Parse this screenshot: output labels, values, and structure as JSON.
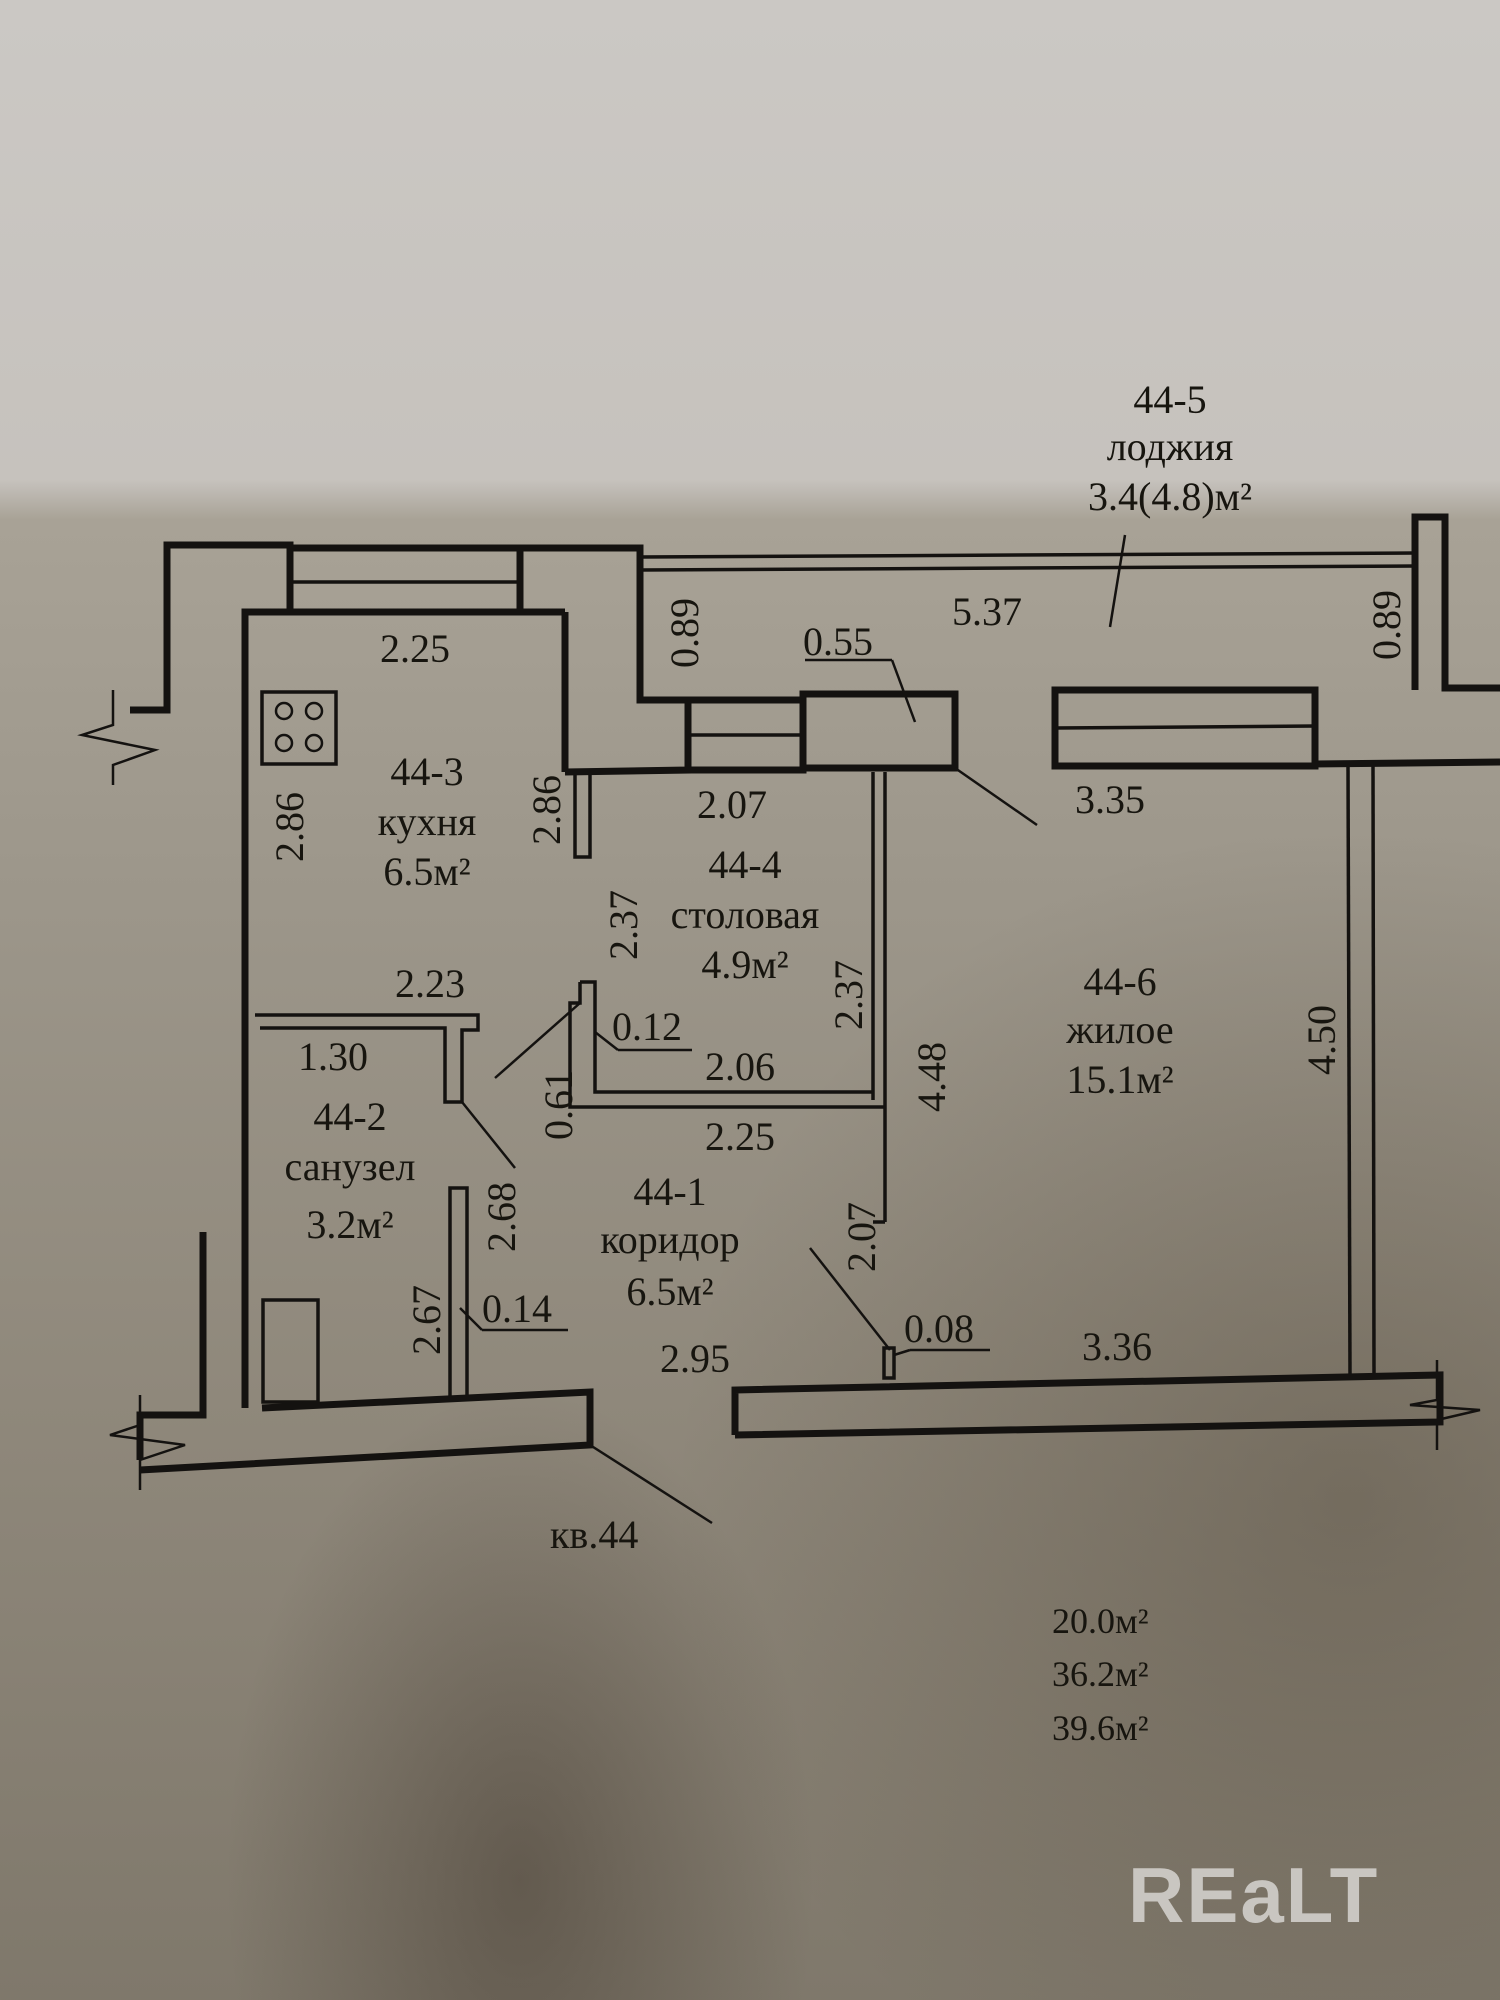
{
  "plan": {
    "apartment_label": "кв.44",
    "rooms": [
      {
        "id": "44-1",
        "name": "коридор",
        "area": "6.5м²"
      },
      {
        "id": "44-2",
        "name": "санузел",
        "area": "3.2м²"
      },
      {
        "id": "44-3",
        "name": "кухня",
        "area": "6.5м²"
      },
      {
        "id": "44-4",
        "name": "столовая",
        "area": "4.9м²"
      },
      {
        "id": "44-5",
        "name": "лоджия",
        "area": "3.4(4.8)м²"
      },
      {
        "id": "44-6",
        "name": "жилое",
        "area": "15.1м²"
      }
    ],
    "dimensions": {
      "kitchen_width": "2.25",
      "kitchen_left": "2.86",
      "kitchen_right": "2.86",
      "dining_top": "2.07",
      "dining_left": "2.37",
      "dining_right": "2.37",
      "dining_bottom": "2.06",
      "niche": "0.12",
      "bath_top": "2.23",
      "bath_width": "1.30",
      "bath_right": "2.68",
      "bath_lower": "2.67",
      "partition": "0.14",
      "door_gap": "0.61",
      "corridor_top": "2.25",
      "corridor_right": "2.07",
      "corridor_bottom": "2.95",
      "stub": "0.08",
      "living_top": "3.35",
      "living_left": "4.48",
      "living_right": "4.50",
      "living_bottom": "3.36",
      "loggia_length": "5.37",
      "loggia_depth_left": "0.89",
      "loggia_depth_right": "0.89",
      "vent": "0.55"
    },
    "totals": [
      "20.0м²",
      "36.2м²",
      "39.6м²"
    ]
  },
  "watermark": "REaLT"
}
